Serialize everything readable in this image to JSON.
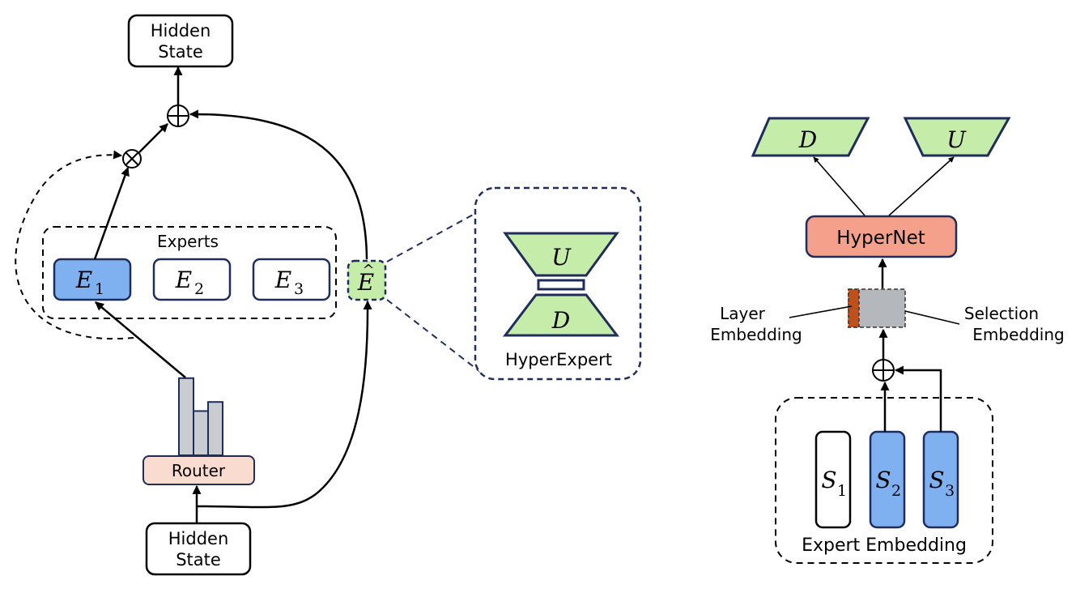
{
  "left_diagram": {
    "top_state": {
      "line1": "Hidden",
      "line2": "State"
    },
    "bottom_state": {
      "line1": "Hidden",
      "line2": "State"
    },
    "router_label": "Router",
    "experts_group_label": "Experts",
    "experts": [
      {
        "symbol": "E",
        "subscript": "1",
        "selected": true
      },
      {
        "symbol": "E",
        "subscript": "2",
        "selected": false
      },
      {
        "symbol": "E",
        "subscript": "3",
        "selected": false
      }
    ],
    "hyper_expert_symbol": "E",
    "hyper_expert_accent": "^",
    "sum_symbol": "⊕",
    "product_symbol": "⊗",
    "router_scores": [
      0.68,
      0.39,
      0.47
    ]
  },
  "zoom_panel": {
    "up_symbol": "U",
    "down_symbol": "D",
    "caption": "HyperExpert"
  },
  "right_diagram": {
    "outputs": [
      {
        "symbol": "D"
      },
      {
        "symbol": "U"
      }
    ],
    "hypernet_label": "HyperNet",
    "layer_embedding_label": {
      "line1": "Layer",
      "line2": "Embedding"
    },
    "selection_embedding_label": {
      "line1": "Selection",
      "line2": "Embedding"
    },
    "sum_symbol": "⊕",
    "expert_embeddings": [
      {
        "symbol": "S",
        "subscript": "1",
        "selected": false
      },
      {
        "symbol": "S",
        "subscript": "2",
        "selected": true
      },
      {
        "symbol": "S",
        "subscript": "3",
        "selected": true
      }
    ],
    "expert_embedding_group_label": "Expert Embedding"
  },
  "colors": {
    "navy": "#1f2d5c",
    "selected_blue": "#7fb0f0",
    "adapter_green": "#c6ecaa",
    "router_pink": "#fadbd0",
    "hypernet_salmon": "#f5a08a",
    "bar_gray": "#c9cdd1",
    "selection_gray": "#b4b8bc",
    "layer_orange": "#c0501a"
  }
}
